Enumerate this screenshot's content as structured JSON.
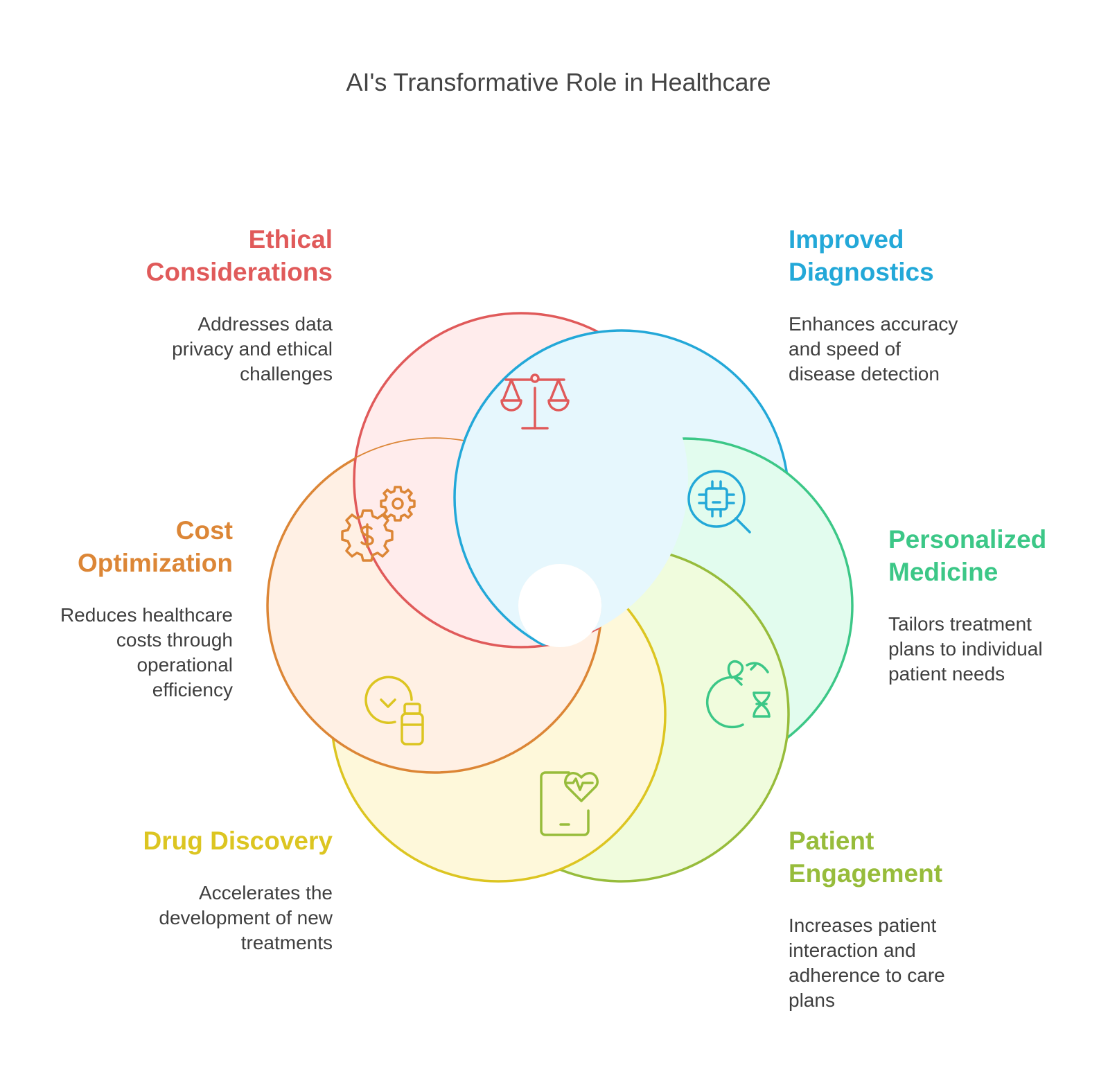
{
  "title": "AI's Transformative Role in Healthcare",
  "segments": [
    {
      "key": "ethical",
      "heading_lines": [
        "Ethical",
        "Considerations"
      ],
      "description_lines": [
        "Addresses data",
        "privacy and ethical",
        "challenges"
      ],
      "color": "#E05A5A",
      "fill": "#FFECEC",
      "icon": "scales-icon"
    },
    {
      "key": "diagnostics",
      "heading_lines": [
        "Improved",
        "Diagnostics"
      ],
      "description_lines": [
        "Enhances accuracy",
        "and speed of",
        "disease detection"
      ],
      "color": "#23A8D8",
      "fill": "#E6F7FD",
      "icon": "chip-magnifier-icon"
    },
    {
      "key": "personalized",
      "heading_lines": [
        "Personalized",
        "Medicine"
      ],
      "description_lines": [
        "Tailors treatment",
        "plans to individual",
        "patient needs"
      ],
      "color": "#3CC787",
      "fill": "#E2FCEE",
      "icon": "apple-dna-icon"
    },
    {
      "key": "engagement",
      "heading_lines": [
        "Patient",
        "Engagement"
      ],
      "description_lines": [
        "Increases patient",
        "interaction and",
        "adherence to care",
        "plans"
      ],
      "color": "#97BC3B",
      "fill": "#F0FCDD",
      "icon": "tablet-heart-icon"
    },
    {
      "key": "drug",
      "heading_lines": [
        "Drug Discovery"
      ],
      "description_lines": [
        "Accelerates the",
        "development of new",
        "treatments"
      ],
      "color": "#DCC521",
      "fill": "#FEF8DA",
      "icon": "clock-bottle-icon"
    },
    {
      "key": "cost",
      "heading_lines": [
        "Cost",
        "Optimization"
      ],
      "description_lines": [
        "Reduces healthcare",
        "costs through",
        "operational",
        "efficiency"
      ],
      "color": "#DC8636",
      "fill": "#FFF0E4",
      "icon": "gears-dollar-icon"
    }
  ]
}
